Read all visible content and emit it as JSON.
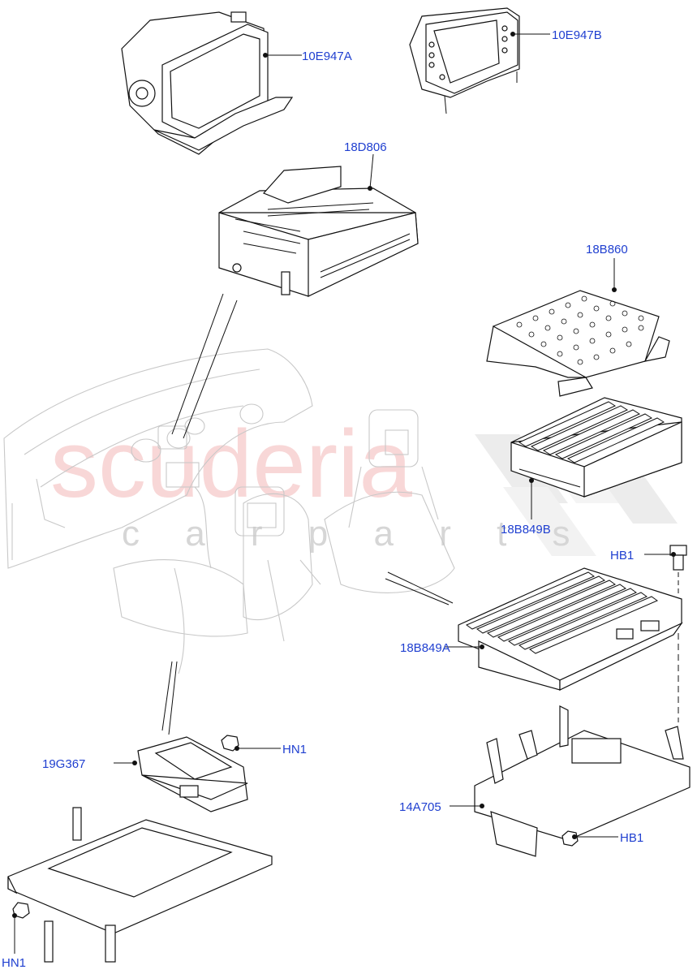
{
  "watermark": {
    "brand": "scuderia",
    "sub": "c a r p a r t s"
  },
  "callouts": {
    "c10E947A": "10E947A",
    "c10E947B": "10E947B",
    "c18D806": "18D806",
    "c18B860": "18B860",
    "c18B849B": "18B849B",
    "c18B849A": "18B849A",
    "cHB1_top": "HB1",
    "cHB1_bottom": "HB1",
    "c19G367": "19G367",
    "cHN1_right": "HN1",
    "cHN1_bottom": "HN1",
    "c14A705": "14A705"
  },
  "colors": {
    "callout_text": "#1f3fd0",
    "watermark_red": "#f3b7b7",
    "line": "#111111"
  }
}
